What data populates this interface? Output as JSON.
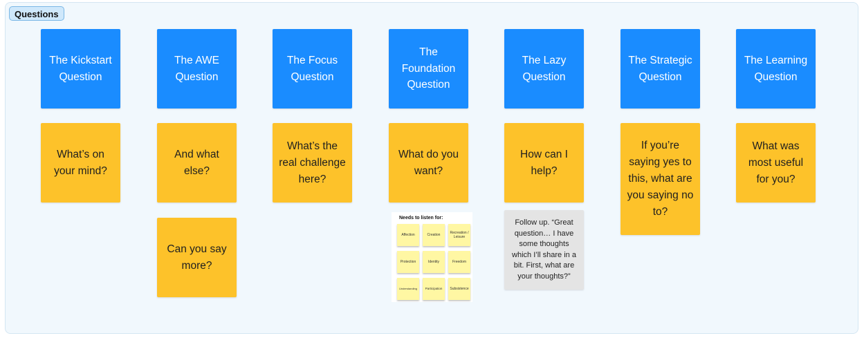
{
  "frame": {
    "label": "Questions"
  },
  "question_titles": [
    "The Kickstart Question",
    "The AWE Question",
    "The Focus Question",
    "The Foundation Question",
    "The Lazy Question",
    "The Strategic Question",
    "The Learning Question"
  ],
  "questions": [
    "What’s on your mind?",
    "And what else?",
    "What’s the real challenge here?",
    "What do you want?",
    "How can I help?",
    "If you’re saying yes to this, what are you saying no to?",
    "What was most useful for you?"
  ],
  "awe_followup": "Can you say more?",
  "needs": {
    "title": "Needs to listen for:",
    "items": [
      "Affection",
      "Creation",
      "Recreation / Leisure",
      "Protection",
      "Identity",
      "Freedom",
      "Understanding",
      "Participation",
      "Subsistence"
    ]
  },
  "lazy_followup": "Follow up. “Great question… I have some thoughts which I’ll share in a bit. First, what are your thoughts?”",
  "colors": {
    "title_sticky": "#1a8cff",
    "question_sticky": "#fdc22a",
    "note_sticky": "#e4e4e4",
    "mini_sticky": "#fff7a3",
    "frame_background": "#f1f8fd"
  }
}
